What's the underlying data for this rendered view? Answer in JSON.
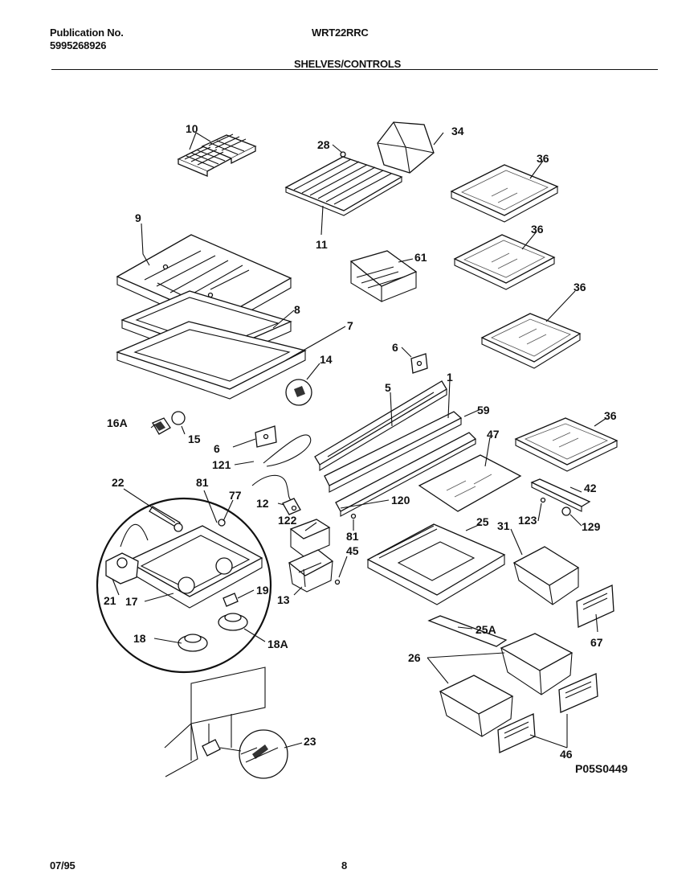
{
  "header": {
    "publication_label": "Publication No.",
    "publication_number": "5995268926",
    "model": "WRT22RRC",
    "section": "SHELVES/CONTROLS"
  },
  "footer": {
    "date": "07/95",
    "page": "8"
  },
  "diagram": {
    "figure_id": "P05S0449",
    "callouts": {
      "c10": "10",
      "c28": "28",
      "c34": "34",
      "c36a": "36",
      "c36b": "36",
      "c36c": "36",
      "c36d": "36",
      "c9": "9",
      "c11": "11",
      "c61a": "61",
      "c8": "8",
      "c7": "7",
      "c6a": "6",
      "c14": "14",
      "c1": "1",
      "c5": "5",
      "c59": "59",
      "c16A": "16A",
      "c15": "15",
      "c6b": "6",
      "c121": "121",
      "c47": "47",
      "c42": "42",
      "c22": "22",
      "c81a": "81",
      "c77": "77",
      "c12": "12",
      "c120": "120",
      "c123": "123",
      "c129": "129",
      "c122": "122",
      "c81b": "81",
      "c25": "25",
      "c31": "31",
      "c45": "45",
      "c21": "21",
      "c17": "17",
      "c19": "19",
      "c13": "13",
      "c25A": "25A",
      "c67": "67",
      "c18": "18",
      "c18A": "18A",
      "c26": "26",
      "c23": "23",
      "c46": "46"
    }
  }
}
